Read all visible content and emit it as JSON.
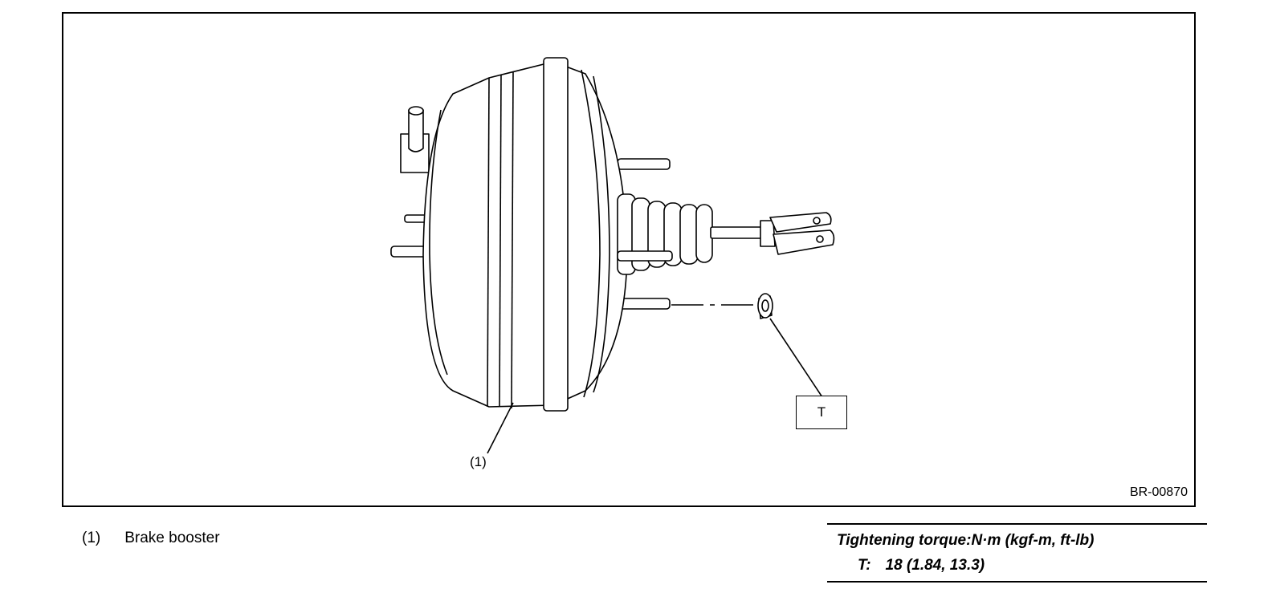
{
  "figure": {
    "callout_1": "(1)",
    "callout_t": "T",
    "figure_id": "BR-00870"
  },
  "legend": {
    "items": [
      {
        "number": "(1)",
        "label": "Brake booster"
      }
    ]
  },
  "torque": {
    "heading": "Tightening torque:N·m (kgf-m, ft-lb)",
    "rows": [
      {
        "symbol": "T:",
        "value": "18 (1.84, 13.3)"
      }
    ]
  }
}
